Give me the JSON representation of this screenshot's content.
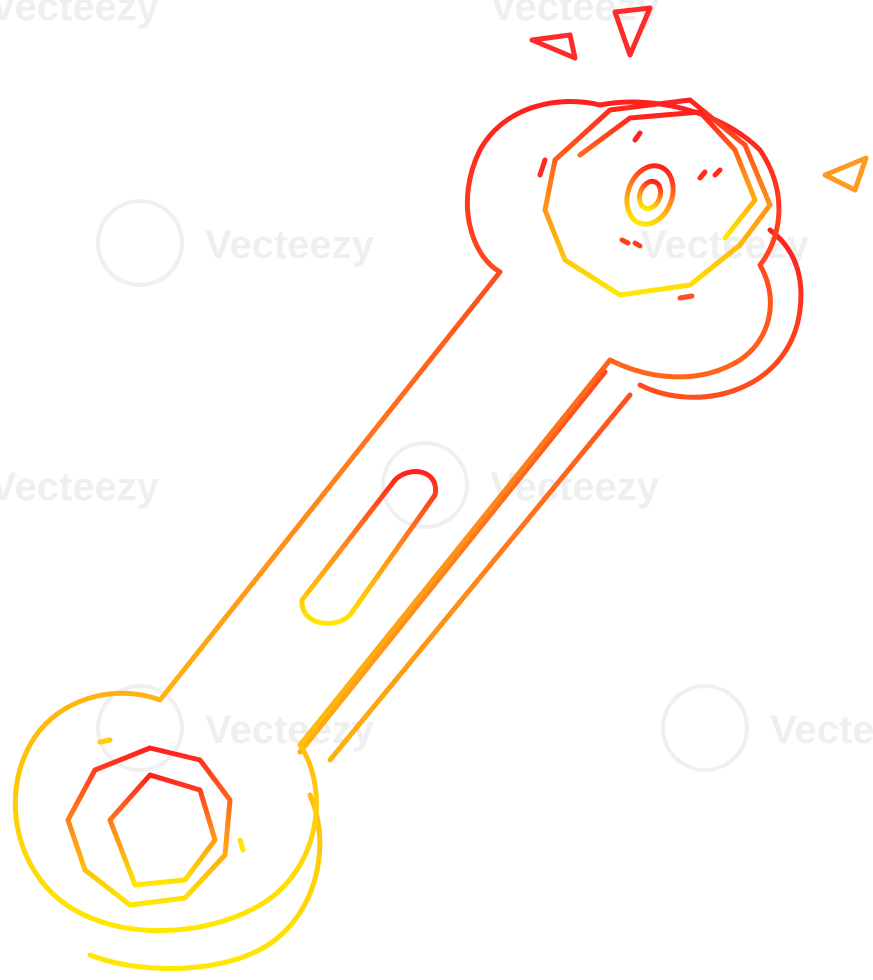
{
  "image": {
    "subject": "cartoon-wrench-with-nut",
    "style": "line-art-warm-gradient",
    "colors": {
      "background": "#ffffff",
      "gradient_top": "#ff1f1f",
      "gradient_mid": "#ff8a1a",
      "gradient_bottom": "#ffe800"
    }
  },
  "watermark": {
    "text": "Vecteezy",
    "icon": "vecteezy-logo-icon"
  }
}
